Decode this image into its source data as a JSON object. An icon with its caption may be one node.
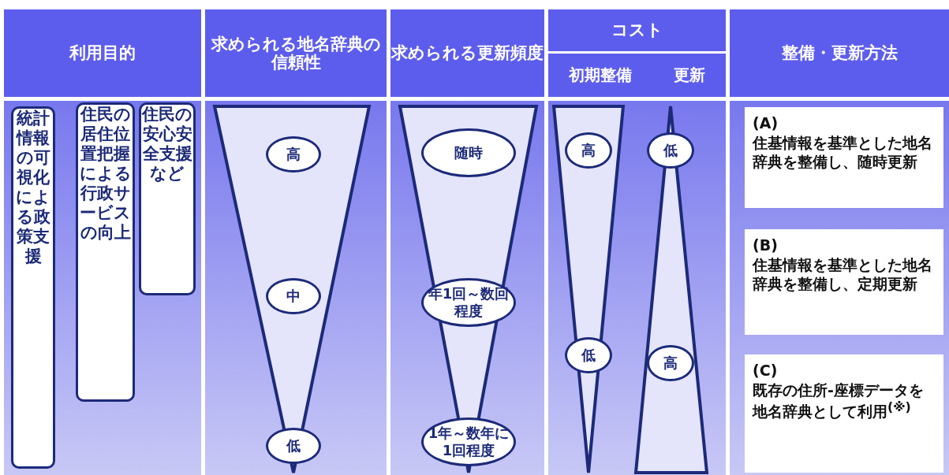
{
  "diagram": {
    "nodes": [
      {
        "text": [
          "利用目的"
        ]
      },
      {
        "text": [
          "求められる地名辞典の信頼性"
        ]
      },
      {
        "text": [
          "求められる更新頻度"
        ]
      },
      {
        "text": [
          "コスト"
        ]
      },
      {
        "text": [
          "初期整備",
          "更新"
        ]
      },
      {
        "text": [
          "整備・更新方法"
        ]
      },
      {
        "text": [
          "統計情報の可視化による政策支援"
        ]
      },
      {
        "text": [
          "住民の居住位置把握による行政サービスの向上"
        ]
      },
      {
        "text": [
          "住民の安心安全支援など"
        ]
      },
      {
        "text": [
          "高"
        ]
      },
      {
        "text": [
          "中"
        ]
      },
      {
        "text": [
          "低"
        ]
      },
      {
        "text": [
          "随時"
        ]
      },
      {
        "text": [
          "年1回～数回程度"
        ]
      },
      {
        "text": [
          "1年～数年に1回程度"
        ]
      },
      {
        "text": [
          "高"
        ]
      },
      {
        "text": [
          "低"
        ]
      },
      {
        "text": [
          "低"
        ]
      },
      {
        "text": [
          "高"
        ]
      },
      {
        "text": [
          "(A)",
          "住基情報を基準とした地名辞典を整備し、随時更新"
        ]
      },
      {
        "text": [
          "(B)",
          "住基情報を基準とした地名辞典を整備し、定期更新"
        ]
      },
      {
        "text": [
          "(C)",
          "既存の住所-座標データを地名辞典として利用$^{(※)}$"
        ]
      }
    ],
    "edges": []
  }
}
